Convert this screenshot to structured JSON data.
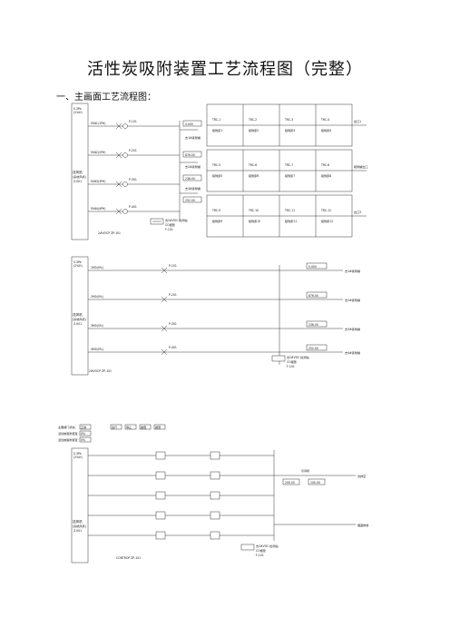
{
  "title": "活性炭吸附装置工艺流程图（完整）",
  "subtitle": "一、主画面工艺流程图：",
  "panel1": {
    "left_source": [
      "0.3Pa",
      "(2%H)"
    ],
    "left_label": [
      "送风机",
      "(系统风机)",
      "Z-001"
    ],
    "fan_labels": [
      "FAN1(1PH)",
      "FAN2(2PH)",
      "FAN3(3PH)",
      "FAN4(4PH)"
    ],
    "valve_labels": [
      "P-101",
      "P-201",
      "P-301",
      "P-401"
    ],
    "right_outputs": [
      "去1#吸附罐",
      "去2#吸附罐",
      "去3#吸附罐"
    ],
    "bottom_note": [
      "去2#VOC 检测站",
      "CO报警",
      "F-101"
    ],
    "bottom_label": "2#VOCP ZP-101",
    "readouts": [
      "0.000",
      "876.00",
      "236.00",
      "252.00"
    ],
    "tank_cells": [
      [
        "TRC-1",
        "吸附床1",
        "TRC-2",
        "吸附床2",
        "TRC-3",
        "吸附床3",
        "TRC-4",
        "吸附床4"
      ],
      [
        "TRC-5",
        "吸附床5",
        "TRC-6",
        "吸附床6",
        "TRC-7",
        "吸附床7",
        "TRC-8",
        "吸附床8"
      ],
      [
        "TRC-9",
        "吸附床9",
        "TRC-10",
        "吸附床10",
        "TRC-11",
        "吸附床11",
        "TRC-12",
        "吸附床12"
      ]
    ],
    "tank_outputs": [
      "出口1",
      "吸附罐出口",
      "出口3"
    ]
  },
  "panel2": {
    "left_source": [
      "0.3Pa",
      "(2%H)"
    ],
    "left_label": [
      "送风机",
      "(系统风机)",
      "Z-001"
    ],
    "rows": [
      "1M0(0%)",
      "2M0(0%)",
      "3M0(0%)",
      "4M0(0%)"
    ],
    "valves": [
      "P-101",
      "P-201",
      "P-301",
      "P-401"
    ],
    "right_outputs": [
      "去1#吸附罐",
      "去2#吸附罐",
      "去3#吸附罐",
      "去4#吸附罐"
    ],
    "readouts": [
      "0.000",
      "876.00",
      "236.00",
      "252.00"
    ],
    "bottom_note": [
      "去2#VOC 检测站",
      "CO报警",
      "F-101"
    ],
    "bottom_label": "2#VOCP ZP-101"
  },
  "panel3": {
    "legend": [
      [
        "主要阀门状态：",
        "正常"
      ],
      [
        "活性炭吸附装置：",
        "0%"
      ],
      [
        "活性炭脱附装置：",
        "0%"
      ]
    ],
    "legend_states": [
      "运行",
      "停止",
      "故障",
      "报警"
    ],
    "left_source": [
      "0.3Pa",
      "(2%H)"
    ],
    "left_label": [
      "送风机",
      "(系统风机)",
      "Z-001"
    ],
    "right_label": "引风机",
    "right_readouts": [
      "200.00",
      "100.00"
    ],
    "right_out": [
      "去排空",
      "烟囱排放"
    ],
    "bottom_note": [
      "去2#VOC 检测站",
      "CO报警",
      "F-101"
    ],
    "bottom_label": "CONTROP ZP-101"
  },
  "colors": {
    "line": "#222222",
    "text": "#111111",
    "background": "#ffffff"
  }
}
